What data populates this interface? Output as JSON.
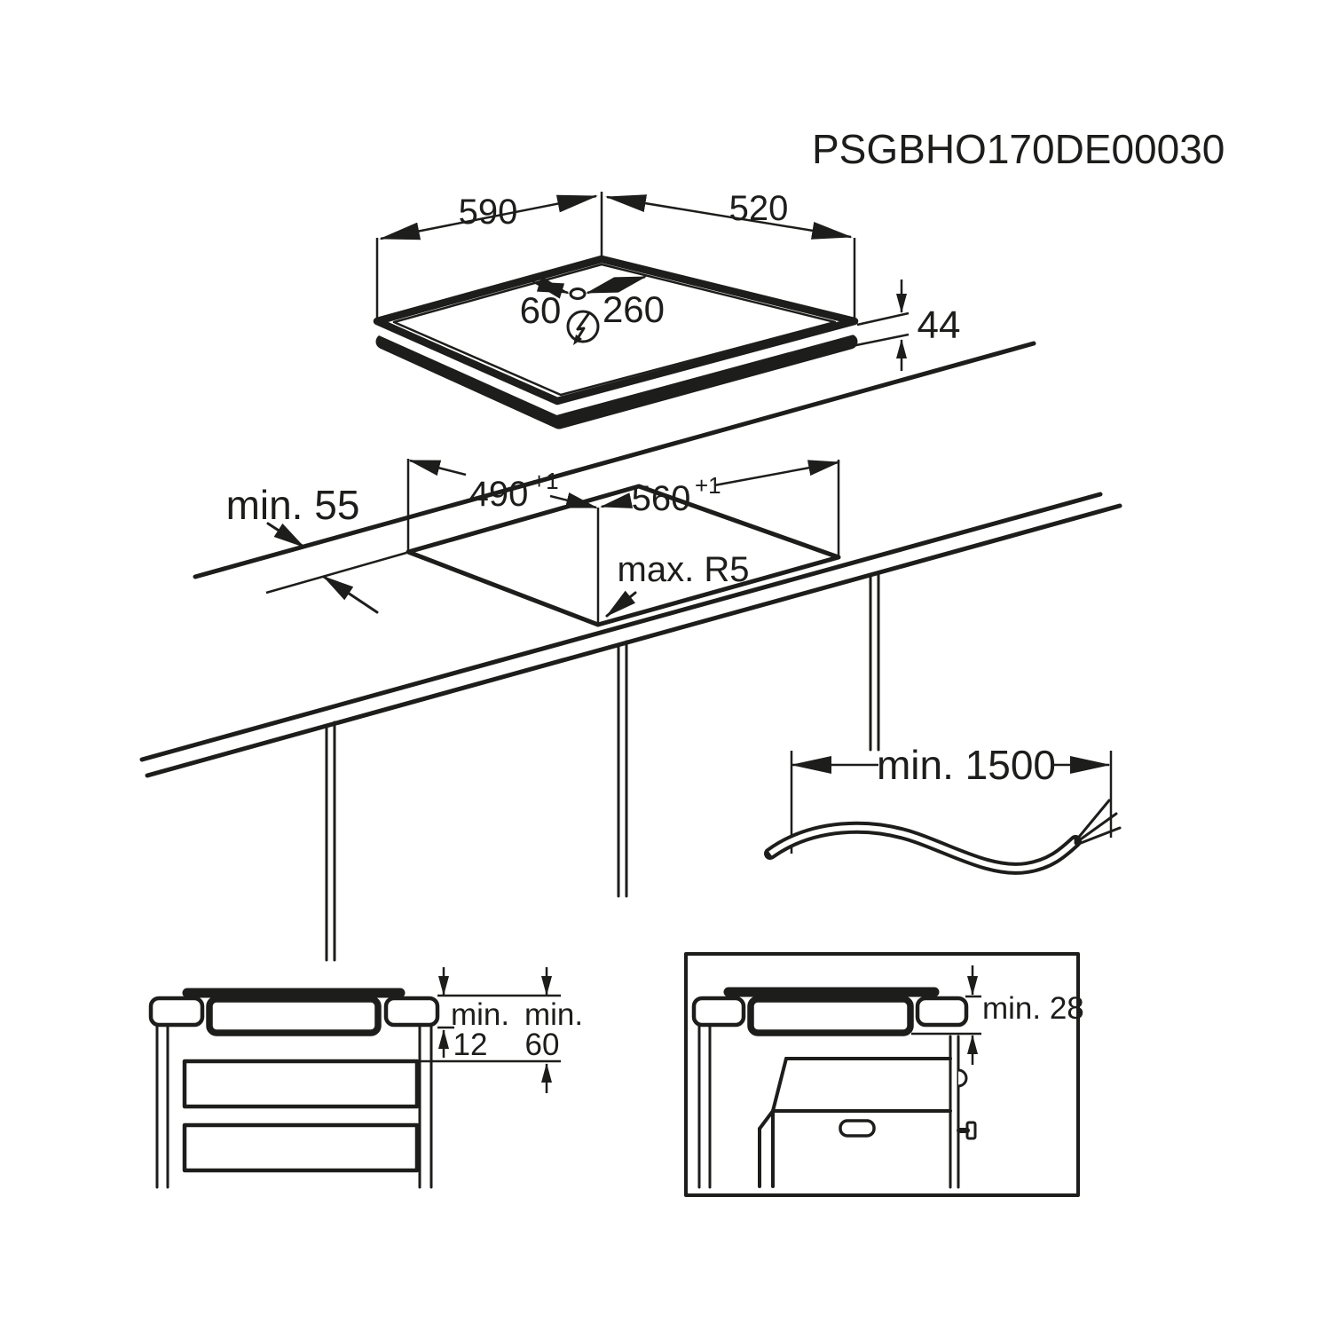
{
  "title": "Built-in hob installation dimensions drawing",
  "drawing_code": "PSGBHO170DE00030",
  "ink_color": "#1d1d1b",
  "background_color": "#ffffff",
  "hob_view": {
    "width_mm": "590",
    "depth_mm": "520",
    "cable_to_left_edge_mm": "60",
    "cable_to_right_edge_mm": "260",
    "height_mm": "44",
    "power_icon": "lightning-bolt-in-circle"
  },
  "cutout_view": {
    "cutout_depth_mm": "490",
    "cutout_depth_tolerance": "+1",
    "cutout_width_mm": "560",
    "cutout_width_tolerance": "+1",
    "rear_clearance": "min. 55",
    "max_corner_radius": "max. R5"
  },
  "cable_view": {
    "cable_length": "min. 1500"
  },
  "drawer_clearance_view": {
    "hob_to_drawer_label": "min.",
    "hob_to_drawer_mm": "12",
    "worktop_to_drawer_label": "min.",
    "worktop_to_drawer_mm": "60"
  },
  "oven_clearance_view": {
    "hob_to_oven_clearance": "min. 28"
  }
}
